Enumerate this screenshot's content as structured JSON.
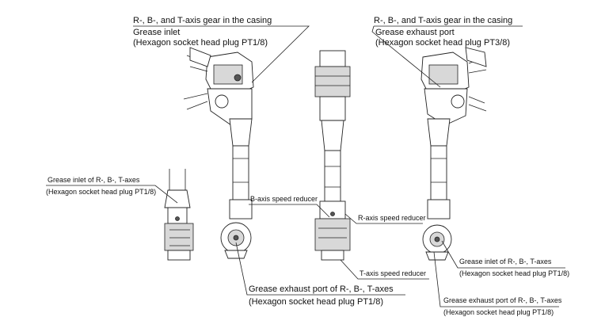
{
  "callouts": {
    "left_casing_title": "R-, B-, and T-axis gear in the casing",
    "left_casing_sub1": "Grease inlet",
    "left_casing_sub2": "(Hexagon socket head plug PT1/8)",
    "right_casing_title": "R-, B-, and T-axis gear in the casing",
    "right_casing_sub1": "Grease exhaust port",
    "right_casing_sub2": "(Hexagon socket head plug PT3/8)",
    "rbt_inlet_left_1": "Grease inlet of R-, B-, T-axes",
    "rbt_inlet_left_2": "(Hexagon socket head plug PT1/8)",
    "b_axis": "B-axis speed reducer",
    "r_axis": "R-axis speed reducer",
    "t_axis": "T-axis speed reducer",
    "exhaust_center_1": "Grease exhaust port of R-, B-, T-axes",
    "exhaust_center_2": "(Hexagon socket head plug PT1/8)",
    "rbt_inlet_right_1": "Grease inlet of R-, B-, T-axes",
    "rbt_inlet_right_2": "(Hexagon socket head plug PT1/8)",
    "exhaust_right_1": "Grease exhaust port of R-, B-, T-axes",
    "exhaust_right_2": "(Hexagon socket head plug PT1/8)"
  }
}
